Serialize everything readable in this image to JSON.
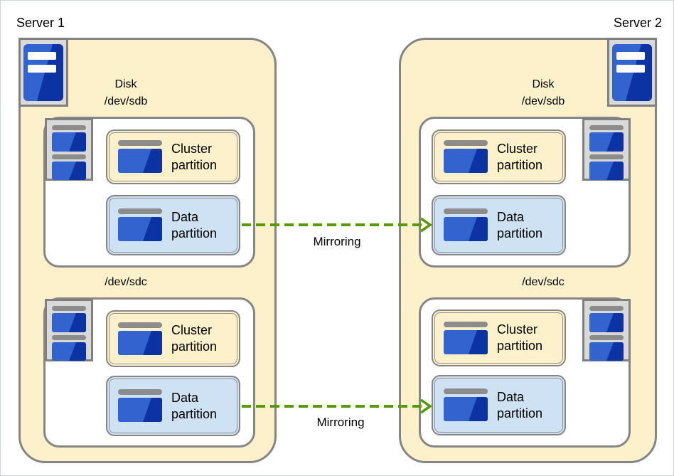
{
  "servers": [
    {
      "label": "Server 1",
      "disks": [
        {
          "title_top": "Disk",
          "title_device": "/dev/sdb",
          "partitions": [
            {
              "label": "Cluster partition"
            },
            {
              "label": "Data partition"
            }
          ]
        },
        {
          "title_device": "/dev/sdc",
          "partitions": [
            {
              "label": "Cluster partition"
            },
            {
              "label": "Data partition"
            }
          ]
        }
      ]
    },
    {
      "label": "Server 2",
      "disks": [
        {
          "title_top": "Disk",
          "title_device": "/dev/sdb",
          "partitions": [
            {
              "label": "Cluster partition"
            },
            {
              "label": "Data partition"
            }
          ]
        },
        {
          "title_device": "/dev/sdc",
          "partitions": [
            {
              "label": "Cluster partition"
            },
            {
              "label": "Data partition"
            }
          ]
        }
      ]
    }
  ],
  "mirroring": [
    {
      "label": "Mirroring"
    },
    {
      "label": "Mirroring"
    }
  ],
  "colors": {
    "server_fill": "#fcf1ca",
    "cluster_fill": "#fcf1ca",
    "data_fill": "#cfe2f4",
    "border": "#858585",
    "arrow": "#569a00",
    "icon_blue_light": "#3363ce",
    "icon_blue_dark": "#0b33a3",
    "icon_bg": "#d9d9d9",
    "bar_gray": "#8c8c8c"
  }
}
